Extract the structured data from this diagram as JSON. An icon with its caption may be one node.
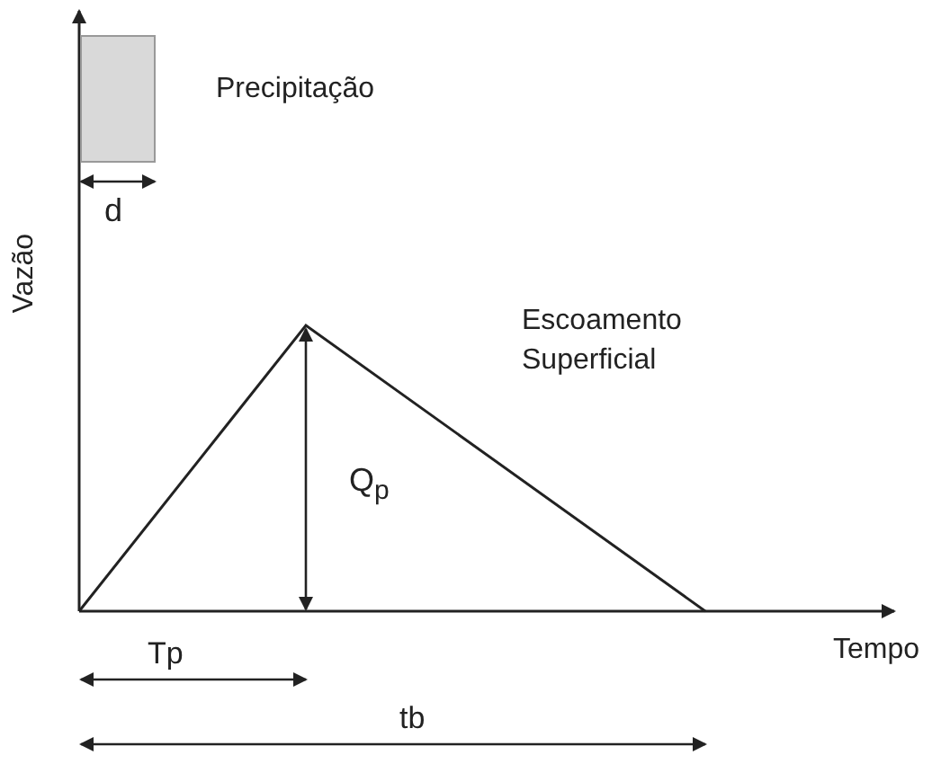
{
  "diagram": {
    "labels": [
      "Precipitação",
      "d",
      "Vazão",
      "Escoamento Superficial",
      "Q$_{p}$",
      "Tp",
      "Tempo",
      "tb"
    ]
  }
}
